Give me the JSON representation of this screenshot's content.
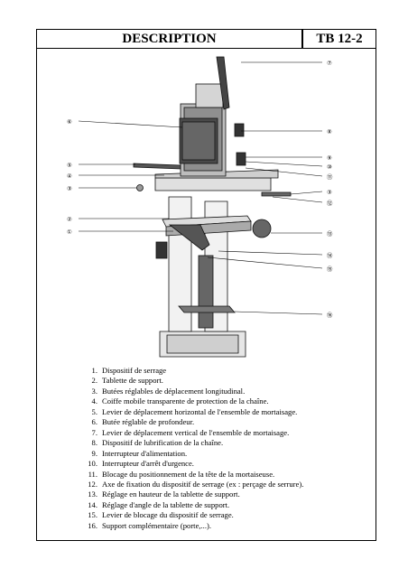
{
  "header": {
    "title": "DESCRIPTION",
    "code": "TB 12-2"
  },
  "figure": {
    "callouts": [
      "⑦",
      "⑥",
      "⑧",
      "⑨",
      "⑩",
      "⑪",
      "⑤",
      "④",
      "③",
      "③",
      "⑫",
      "②",
      "①",
      "⑬",
      "⑭",
      "⑮",
      "⑯"
    ]
  },
  "legend": [
    {
      "num": "1.",
      "text": "Dispositif de serrage"
    },
    {
      "num": "2.",
      "text": "Tablette de support."
    },
    {
      "num": "3.",
      "text": "Butées réglables de déplacement longitudinal."
    },
    {
      "num": "4.",
      "text": "Coiffe mobile transparente de protection de la chaîne."
    },
    {
      "num": "5.",
      "text": "Levier de déplacement horizontal de l'ensemble de mortaisage."
    },
    {
      "num": "6.",
      "text": "Butée réglable de profondeur."
    },
    {
      "num": "7.",
      "text": "Levier de déplacement vertical de l'ensemble de mortaisage."
    },
    {
      "num": "8.",
      "text": "Dispositif de lubrification de la chaîne."
    },
    {
      "num": "9.",
      "text": "Interrupteur d'alimentation."
    },
    {
      "num": "10.",
      "text": "Interrupteur d'arrêt d'urgence."
    },
    {
      "num": "11.",
      "text": "Blocage du positionnement de la tête de la mortaiseuse."
    },
    {
      "num": "12.",
      "text": "Axe de fixation du dispositif de serrage (ex : perçage de serrure)."
    },
    {
      "num": "13.",
      "text": "Réglage en hauteur de la tablette de support."
    },
    {
      "num": "14.",
      "text": "Réglage d'angle de la tablette de support."
    },
    {
      "num": "15.",
      "text": "Levier de blocage du dispositif de serrage."
    },
    {
      "num": "16.",
      "text": "Support complémentaire (porte,...)."
    }
  ]
}
